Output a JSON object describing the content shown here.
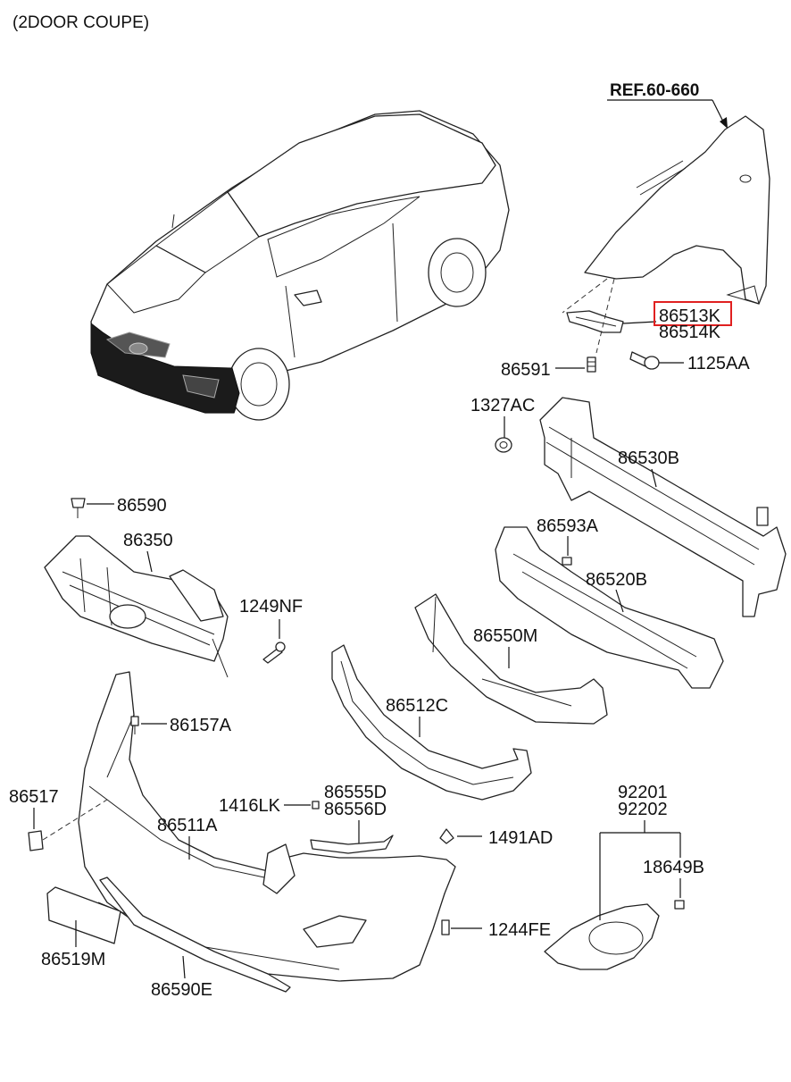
{
  "header": {
    "title": "(2DOOR COUPE)"
  },
  "reference": {
    "label": "REF.60-660"
  },
  "highlight": {
    "color": "#e02020"
  },
  "callouts": {
    "c86513K": "86513K",
    "c86514K": "86514K",
    "c86591": "86591",
    "c1125AA": "1125AA",
    "c1327AC": "1327AC",
    "c86530B": "86530B",
    "c86590": "86590",
    "c86350": "86350",
    "c86593A": "86593A",
    "c86520B": "86520B",
    "c1249NF": "1249NF",
    "c86550M": "86550M",
    "c86512C": "86512C",
    "c86157A": "86157A",
    "c86517": "86517",
    "c1416LK": "1416LK",
    "c86555D": "86555D",
    "c86556D": "86556D",
    "c86511A": "86511A",
    "c1491AD": "1491AD",
    "c92201": "92201",
    "c92202": "92202",
    "c18649B": "18649B",
    "c1244FE": "1244FE",
    "c86519M": "86519M",
    "c86590E": "86590E"
  }
}
